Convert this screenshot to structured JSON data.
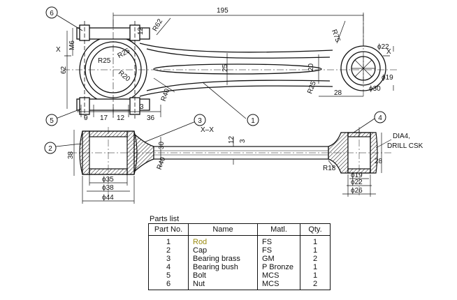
{
  "drawing": {
    "callouts": [
      "1",
      "2",
      "3",
      "4",
      "5",
      "6"
    ],
    "section_label": "X–X",
    "section_marks": [
      "X",
      "X"
    ],
    "dims": {
      "overall": "195",
      "m6": "M6",
      "h62": "62",
      "h12": "12",
      "w9": "9",
      "w17": "17",
      "w12": "12",
      "w3": "3",
      "w36": "36",
      "r62": "R62",
      "r25a": "R25",
      "r25b": "R25",
      "r20": "R20",
      "r40": "R40",
      "h25": "25",
      "h20": "20",
      "r75": "R75",
      "d22": "ϕ22",
      "d19": "ϕ19",
      "d30": "ϕ30",
      "r25c": "R25",
      "w28": "28",
      "h38": "38",
      "h30": "30",
      "h12b": "12",
      "h3": "3",
      "r40b": "R40",
      "r18": "R18",
      "h28": "28",
      "d35": "ϕ35",
      "d38": "ϕ38",
      "d44": "ϕ44",
      "d19b": "ϕ19",
      "d22b": "ϕ22",
      "d26": "ϕ26",
      "dia4": "DIA4,",
      "drill": "DRILL CSK"
    }
  },
  "parts_list": {
    "caption": "Parts list",
    "headers": [
      "Part No.",
      "Name",
      "Matl.",
      "Qty."
    ],
    "rows": [
      {
        "no": "1",
        "name": "Rod",
        "matl": "FS",
        "qty": "1"
      },
      {
        "no": "2",
        "name": "Cap",
        "matl": "FS",
        "qty": "1"
      },
      {
        "no": "3",
        "name": "Bearing brass",
        "matl": "GM",
        "qty": "2"
      },
      {
        "no": "4",
        "name": "Bearing bush",
        "matl": "P Bronze",
        "qty": "1"
      },
      {
        "no": "5",
        "name": "Bolt",
        "matl": "MCS",
        "qty": "1"
      },
      {
        "no": "6",
        "name": "Nut",
        "matl": "MCS",
        "qty": "2"
      }
    ]
  },
  "colors": {
    "ink": "#111111",
    "highlight": "#9a8a10"
  }
}
